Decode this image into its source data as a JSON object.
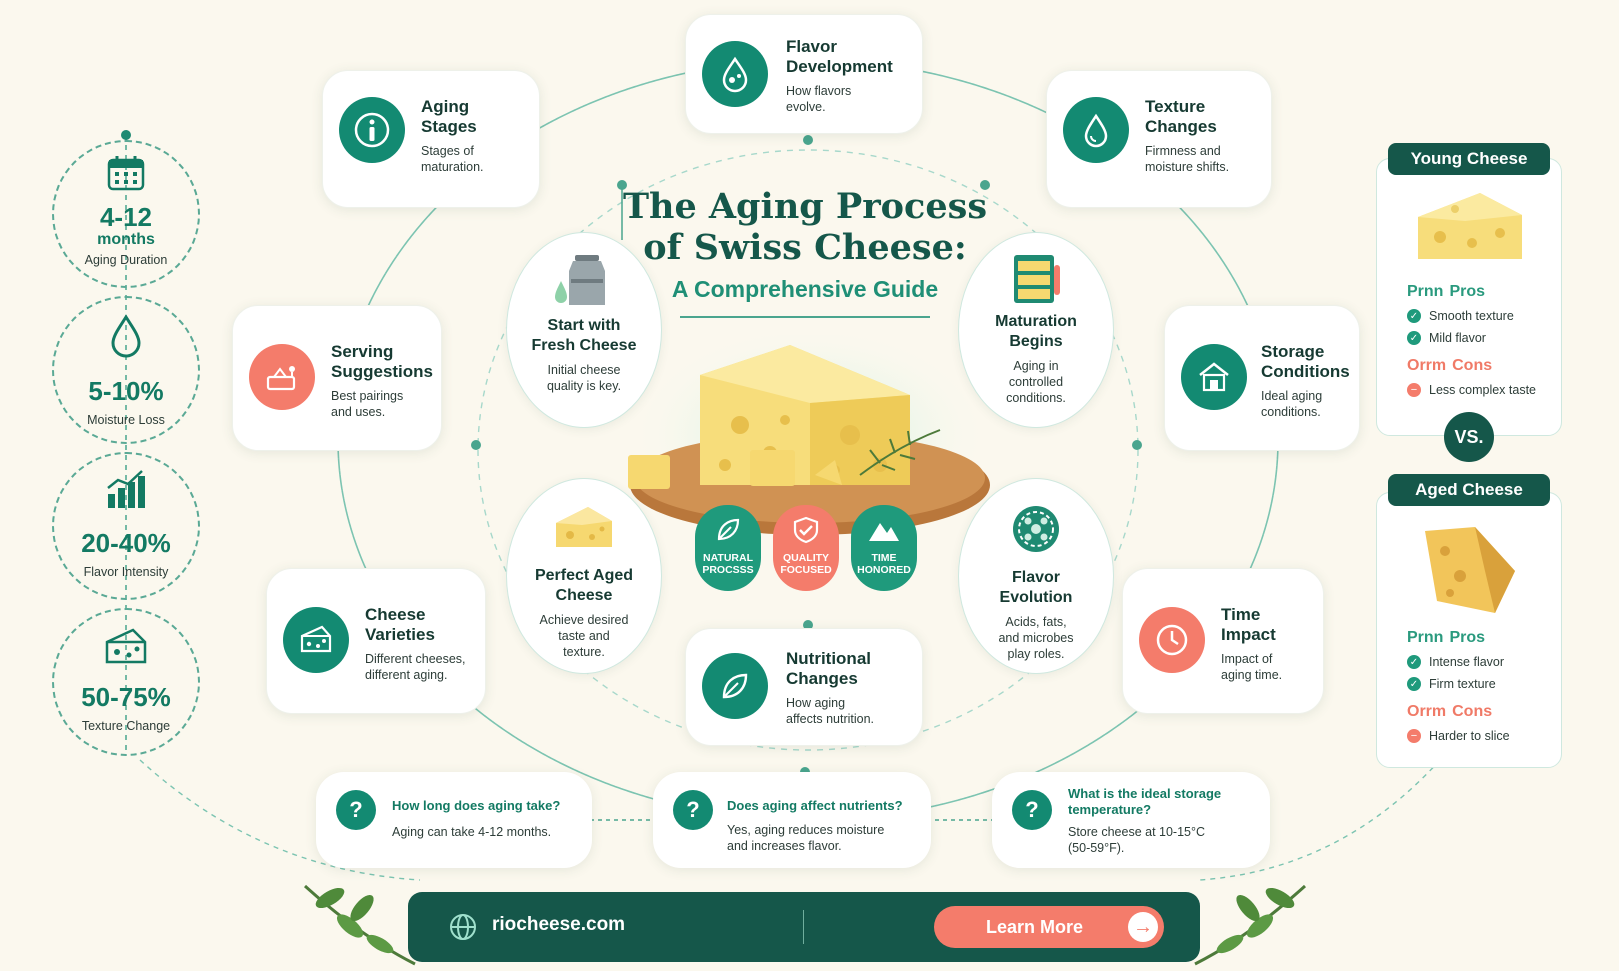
{
  "title": {
    "line1": "The Aging Process",
    "line2": "of Swiss Cheese:",
    "subtitle": "A Comprehensive Guide"
  },
  "stats": [
    {
      "value": "4-12",
      "unit": "months",
      "label": "Aging Duration",
      "icon": "calendar-icon"
    },
    {
      "value": "5-10%",
      "unit": "",
      "label": "Moisture Loss",
      "icon": "droplet-icon"
    },
    {
      "value": "20-40%",
      "unit": "",
      "label": "Flavor Intensity",
      "icon": "bar-chart-icon"
    },
    {
      "value": "50-75%",
      "unit": "",
      "label": "Texture Change",
      "icon": "cheese-block-icon"
    }
  ],
  "outer_cards": {
    "aging_stages": {
      "title_1": "Aging",
      "title_2": "Stages",
      "desc_1": "Stages of",
      "desc_2": "maturation."
    },
    "flavor_development": {
      "title_1": "Flavor",
      "title_2": "Development",
      "desc_1": "How flavors",
      "desc_2": "evolve."
    },
    "texture_changes": {
      "title_1": "Texture",
      "title_2": "Changes",
      "desc_1": "Firmness and",
      "desc_2": "moisture shifts."
    },
    "serving_suggestions": {
      "title_1": "Serving",
      "title_2": "Suggestions",
      "desc_1": "Best pairings",
      "desc_2": "and uses."
    },
    "storage_conditions": {
      "title_1": "Storage",
      "title_2": "Conditions",
      "desc_1": "Ideal aging",
      "desc_2": "conditions."
    },
    "cheese_varieties": {
      "title_1": "Cheese",
      "title_2": "Varieties",
      "desc_1": "Different cheeses,",
      "desc_2": "different aging."
    },
    "time_impact": {
      "title_1": "Time",
      "title_2": "Impact",
      "desc_1": "Impact of",
      "desc_2": "aging time."
    },
    "nutritional_changes": {
      "title_1": "Nutritional",
      "title_2": "Changes",
      "desc_1": "How aging",
      "desc_2": "affects nutrition."
    }
  },
  "inner_ovals": {
    "start": {
      "title_1": "Start with",
      "title_2": "Fresh Cheese",
      "desc_1": "Initial cheese",
      "desc_2": "quality is key.",
      "desc_3": ""
    },
    "maturation": {
      "title_1": "Maturation",
      "title_2": "Begins",
      "desc_1": "Aging in",
      "desc_2": "controlled",
      "desc_3": "conditions."
    },
    "perfect": {
      "title_1": "Perfect Aged",
      "title_2": "Cheese",
      "desc_1": "Achieve desired",
      "desc_2": "taste and",
      "desc_3": "texture."
    },
    "flavor_evolution": {
      "title_1": "Flavor",
      "title_2": "Evolution",
      "desc_1": "Acids, fats,",
      "desc_2": "and microbes",
      "desc_3": "play roles."
    }
  },
  "badges": [
    {
      "line1": "NATURAL",
      "line2": "PROCSSS",
      "color": "#1f9a7c",
      "icon": "leaf-icon"
    },
    {
      "line1": "QUALITY",
      "line2": "FOCUSED",
      "color": "#f47c6b",
      "icon": "shield-check-icon"
    },
    {
      "line1": "TIME",
      "line2": "HONORED",
      "color": "#1f9a7c",
      "icon": "mountain-icon"
    }
  ],
  "comparison": {
    "young": {
      "header": "Young Cheese",
      "pros_label": "Pros",
      "pros_prefix": "Prnn",
      "pros": [
        "Smooth texture",
        "Mild flavor"
      ],
      "cons_label": "Cons",
      "cons_prefix": "Orrm",
      "cons": [
        "Less complex taste"
      ]
    },
    "vs": "VS.",
    "aged": {
      "header": "Aged Cheese",
      "pros_label": "Pros",
      "pros_prefix": "Prnn",
      "pros": [
        "Intense flavor",
        "Firm texture"
      ],
      "cons_label": "Cons",
      "cons_prefix": "Orrm",
      "cons": [
        "Harder to slice"
      ]
    }
  },
  "faq": [
    {
      "q_1": "How long does aging take?",
      "q_2": "",
      "a_1": "Aging can take 4-12 months.",
      "a_2": ""
    },
    {
      "q_1": "Does aging affect nutrients?",
      "q_2": "",
      "a_1": "Yes, aging reduces moisture",
      "a_2": "and increases flavor."
    },
    {
      "q_1": "What is the ideal storage",
      "q_2": "temperature?",
      "a_1": "Store cheese at 10-15°C",
      "a_2": "(50-59°F)."
    }
  ],
  "footer": {
    "website": "riocheese.com",
    "cta": "Learn More"
  },
  "colors": {
    "teal": "#138a72",
    "dark_teal": "#15574a",
    "coral": "#f47c6b",
    "background": "#fbf8ee"
  }
}
